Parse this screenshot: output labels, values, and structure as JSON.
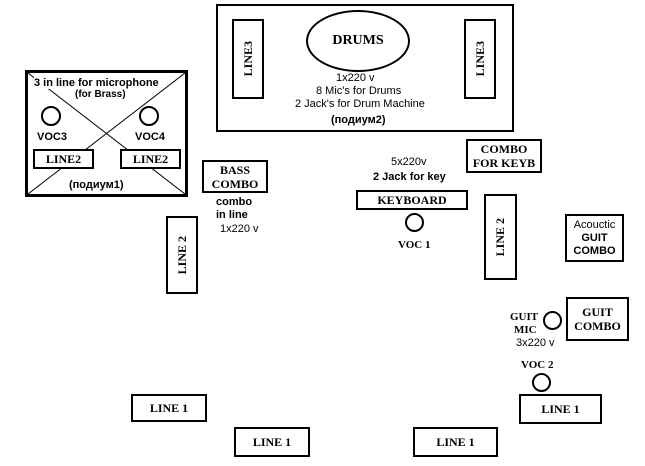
{
  "stage": {
    "drum_riser": {
      "drums": "DRUMS",
      "line3_left": "LINE3",
      "line3_right": "LINE3",
      "note1": "1x220 v",
      "note2": "8 Mic's for Drums",
      "note3": "2 Jack's for Drum Machine",
      "name": "(подиум2)"
    },
    "brass_riser": {
      "title_line1": "3 in line for microphone",
      "title_line2": "(for Brass)",
      "voc3": "VOC3",
      "voc4": "VOC4",
      "line2_left": "LINE2",
      "line2_right": "LINE2",
      "name": "(подиум1)"
    },
    "bass": {
      "combo_line1": "BASS",
      "combo_line2": "COMBO",
      "note_line1": "combo",
      "note_line2": "in line",
      "note_line3": "1x220 v"
    },
    "line2_left_standalone": "LINE 2",
    "keyboard": {
      "combo_line1": "COMBO",
      "combo_line2": "FOR KEYB",
      "power": "5x220v",
      "jack": "2 Jack for key",
      "label": "KEYBOARD",
      "voc": "VOC 1"
    },
    "line2_right_standalone": "LINE 2",
    "acoustic": {
      "line1": "Acouctic",
      "line2": "GUIT",
      "line3": "COMBO"
    },
    "guitar": {
      "combo_line1": "GUIT",
      "combo_line2": "COMBO",
      "mic_line1": "GUIT",
      "mic_line2": "MIC",
      "power": "3x220 v",
      "voc": "VOC 2"
    },
    "monitors": [
      "LINE 1",
      "LINE 1",
      "LINE 1",
      "LINE 1"
    ]
  }
}
